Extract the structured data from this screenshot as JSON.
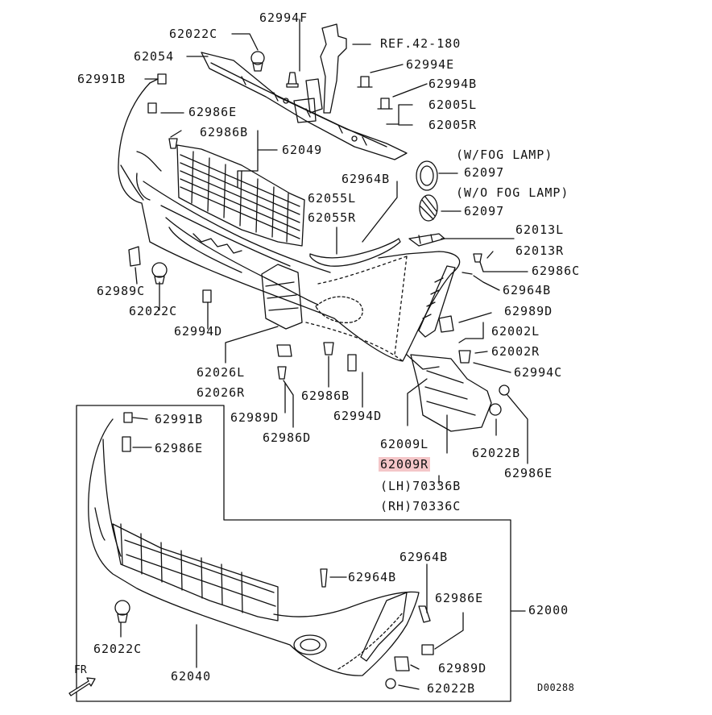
{
  "diagram_code": "D00288",
  "direction_label": "FR",
  "highlighted_part": "62009R",
  "highlight_color": "#f4c6c8",
  "labels": {
    "p62022C_top": "62022C",
    "p62994F": "62994F",
    "p62054": "62054",
    "ref": "REF.42-180",
    "p62994E": "62994E",
    "p62991B_top": "62991B",
    "p62994B": "62994B",
    "p62986E_top": "62986E",
    "p62005L": "62005L",
    "p62005R": "62005R",
    "p62986B": "62986B",
    "p62049": "62049",
    "wfog": "(W/FOG LAMP)",
    "p62097a": "62097",
    "p62964B_a": "62964B",
    "wofog": "(W/O FOG LAMP)",
    "p62055L": "62055L",
    "p62097b": "62097",
    "p62055R": "62055R",
    "p62013L": "62013L",
    "p62013R": "62013R",
    "p62986C": "62986C",
    "p62989C": "62989C",
    "p62964B_b": "62964B",
    "p62022C_mid": "62022C",
    "p62989D_a": "62989D",
    "p62994D_a": "62994D",
    "p62002L": "62002L",
    "p62002R": "62002R",
    "p62026L": "62026L",
    "p62994C": "62994C",
    "p62026R": "62026R",
    "p62986B_b": "62986B",
    "p62994D_b": "62994D",
    "p62989D_b": "62989D",
    "p62991B_b": "62991B",
    "p62986D": "62986D",
    "p62986E_b": "62986E",
    "p62009L": "62009L",
    "p62022B_a": "62022B",
    "p62009R": "62009R",
    "p62986E_c": "62986E",
    "lh": "(LH)70336B",
    "rh": "(RH)70336C",
    "p62964B_c": "62964B",
    "p62964B_d": "62964B",
    "p62986E_d": "62986E",
    "p62000": "62000",
    "p62022C_b": "62022C",
    "p62989D_c": "62989D",
    "p62040": "62040",
    "p62022B_b": "62022B"
  }
}
